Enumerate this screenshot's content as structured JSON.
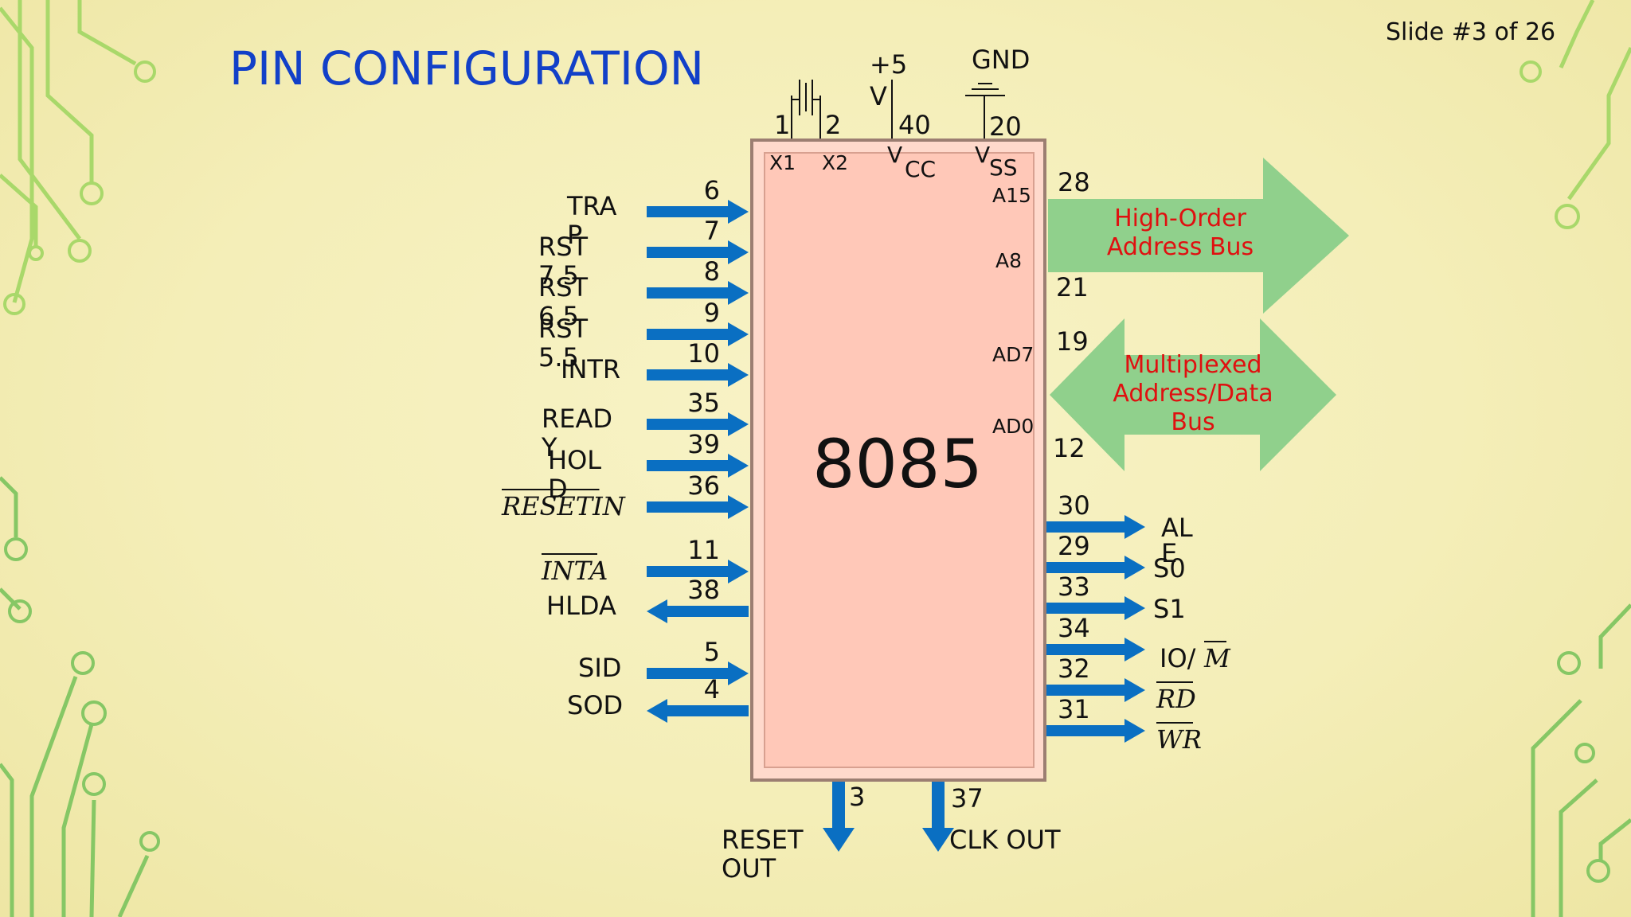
{
  "slide": {
    "indicator": "Slide #3  of 26",
    "title": "PIN CONFIGURATION"
  },
  "chip": {
    "name": "8085"
  },
  "power": {
    "x1_num": "1",
    "x2_num": "2",
    "x1": "X1",
    "x2": "X2",
    "vcc_supply": "+5",
    "vcc_supply2": "V",
    "vcc_num": "40",
    "vcc": "V",
    "vcc_sub": "CC",
    "gnd": "GND",
    "vss_num": "20",
    "vss": "V",
    "vss_sub": "SS"
  },
  "left_pins": [
    {
      "label1": "TRA",
      "label2": "P",
      "num": "6",
      "dir": "in"
    },
    {
      "label1": "RST",
      "label2": "7.5",
      "num": "7",
      "dir": "in"
    },
    {
      "label1": "RST",
      "label2": "6.5",
      "num": "8",
      "dir": "in"
    },
    {
      "label1": "RST",
      "label2": "5.5",
      "num": "9",
      "dir": "in"
    },
    {
      "label1": "INTR",
      "label2": "",
      "num": "10",
      "dir": "in"
    },
    {
      "label1": "READ",
      "label2": "Y",
      "num": "35",
      "dir": "in"
    },
    {
      "label1": "HOL",
      "label2": "D",
      "num": "39",
      "dir": "in"
    },
    {
      "label1": "RESETIN",
      "label2": "",
      "num": "36",
      "dir": "in"
    },
    {
      "label1": "INTA",
      "label2": "",
      "num": "11",
      "dir": "in"
    },
    {
      "label1": "HLDA",
      "label2": "",
      "num": "38",
      "dir": "out"
    },
    {
      "label1": "SID",
      "label2": "",
      "num": "5",
      "dir": "in"
    },
    {
      "label1": "SOD",
      "label2": "",
      "num": "4",
      "dir": "out"
    }
  ],
  "buses": {
    "high": {
      "label1": "High-Order",
      "label2": "Address Bus",
      "top_pin": "A15",
      "bottom_pin": "A8",
      "top_num": "28",
      "bottom_num": "21"
    },
    "mux": {
      "label1": "Multiplexed",
      "label2": "Address/Data",
      "label3": "Bus",
      "top_pin": "AD7",
      "bottom_pin": "AD0",
      "top_num": "19",
      "bottom_num": "12"
    }
  },
  "right_pins": [
    {
      "label1": "AL",
      "label2": "E",
      "num": "30"
    },
    {
      "label1": "S0",
      "label2": "",
      "num": "29"
    },
    {
      "label1": "S1",
      "label2": "",
      "num": "33"
    },
    {
      "label1": "IO/M",
      "label2": "",
      "num": "34"
    },
    {
      "label1": "RD",
      "label2": "",
      "num": "32"
    },
    {
      "label1": "WR",
      "label2": "",
      "num": "31"
    }
  ],
  "bottom_pins": [
    {
      "label1": "RESET",
      "label2": "OUT",
      "num": "3"
    },
    {
      "label1": "CLK OUT",
      "label2": "",
      "num": "37"
    }
  ],
  "colors": {
    "title": "#1240c8",
    "chip_fill": "#ffc8b8",
    "arrow": "#0a6fc2",
    "bus": "#90d08c",
    "bus_text": "#e01010",
    "background": "#f6f0bd"
  }
}
